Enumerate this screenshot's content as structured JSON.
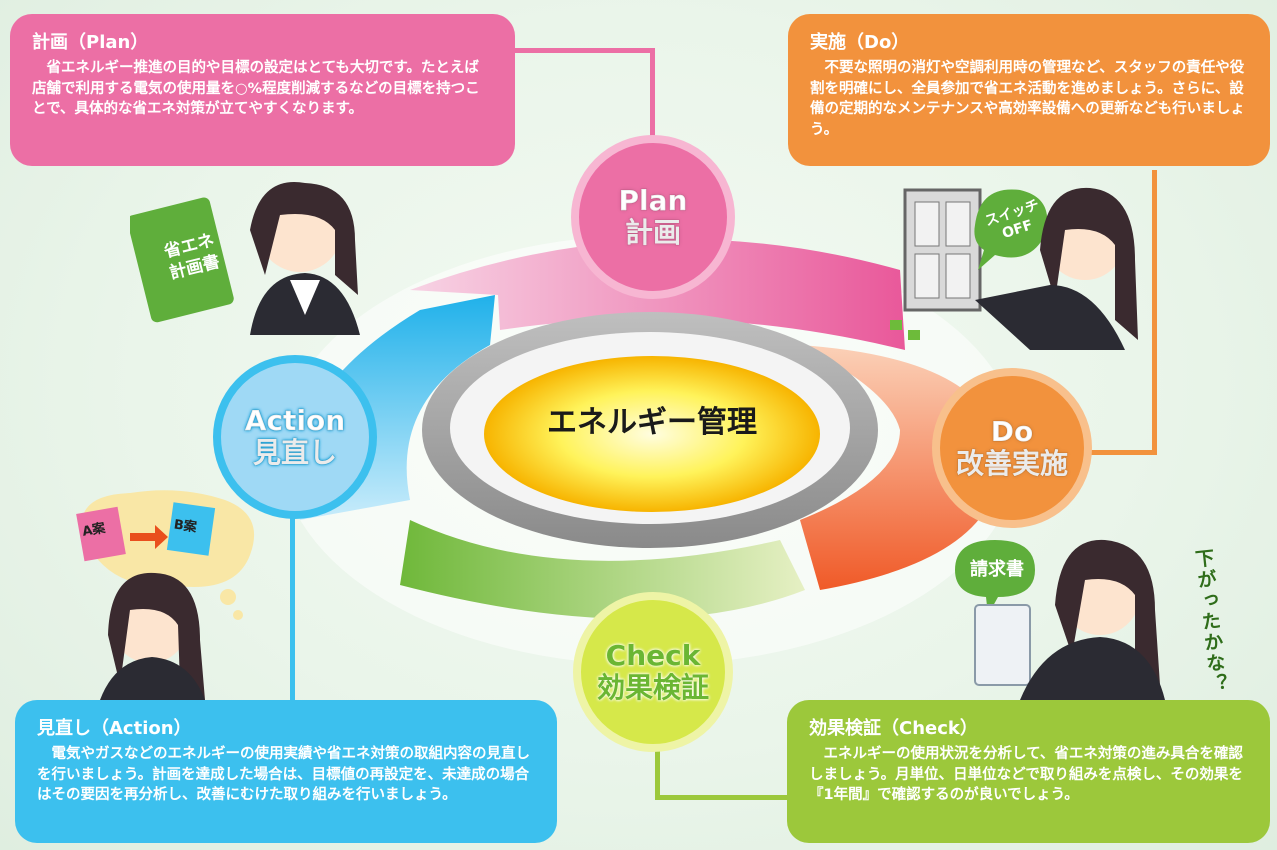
{
  "center": {
    "label": "エネルギー管理"
  },
  "plan": {
    "circle": [
      "Plan",
      "計画"
    ],
    "title": "計画（Plan）",
    "body": "省エネルギー推進の目的や目標の設定はとても大切です。たとえば店舗で利用する電気の使用量を○%程度削減するなどの目標を持つことで、具体的な省エネ対策が立てやすくなります。",
    "book": [
      "省エネ",
      "計画書"
    ]
  },
  "do": {
    "circle": [
      "Do",
      "改善実施"
    ],
    "title": "実施（Do）",
    "body": "不要な照明の消灯や空調利用時の管理など、スタッフの責任や役割を明確にし、全員参加で省エネ活動を進めましょう。さらに、設備の定期的なメンテナンスや高効率設備への更新なども行いましょう。",
    "bubble": [
      "スイッチ",
      "OFF"
    ]
  },
  "check": {
    "circle": [
      "Check",
      "効果検証"
    ],
    "title": "効果検証（Check）",
    "body": "エネルギーの使用状況を分析して、省エネ対策の進み具合を確認しましょう。月単位、日単位などで取り組みを点検し、その効果を『1年間』で確認するのが良いでしょう。",
    "bubble": "請求書",
    "vertical": "下がったかな？"
  },
  "action": {
    "circle": [
      "Action",
      "見直し"
    ],
    "title": "見直し（Action）",
    "body": "電気やガスなどのエネルギーの使用実績や省エネ対策の取組内容の見直しを行いましょう。計画を達成した場合は、目標値の再設定を、未達成の場合はその要因を再分析し、改善にむけた取り組みを行いましょう。",
    "cards": [
      "A案",
      "B案"
    ]
  },
  "colors": {
    "plan": "#ec6fa5",
    "do": "#f2923d",
    "check": "#9cc83b",
    "action": "#3cc0ee"
  }
}
